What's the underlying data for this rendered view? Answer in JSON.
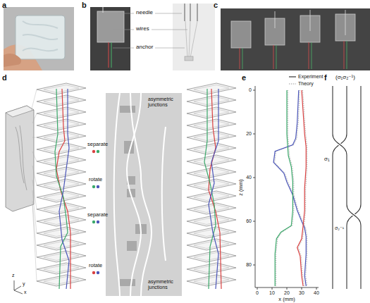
{
  "diagram": {
    "labels": [
      "a",
      "b",
      "c",
      "needle",
      "wires",
      "anchor",
      "d",
      "separate",
      "rotate",
      "separate",
      "rotate",
      "asymmetric junctions",
      "asymmetric junctions",
      "z",
      "y",
      "x",
      "e",
      "0",
      "20",
      "40",
      "60",
      "80",
      "z (mm)",
      "0",
      "10",
      "20",
      "30",
      "40",
      "x (mm)",
      "f",
      "(σ₁σ₂⁻¹)",
      "σ₁",
      "σ₂⁻¹"
    ],
    "legend": [
      {
        "text": "Experiment"
      },
      {
        "text": "Theory"
      }
    ]
  }
}
